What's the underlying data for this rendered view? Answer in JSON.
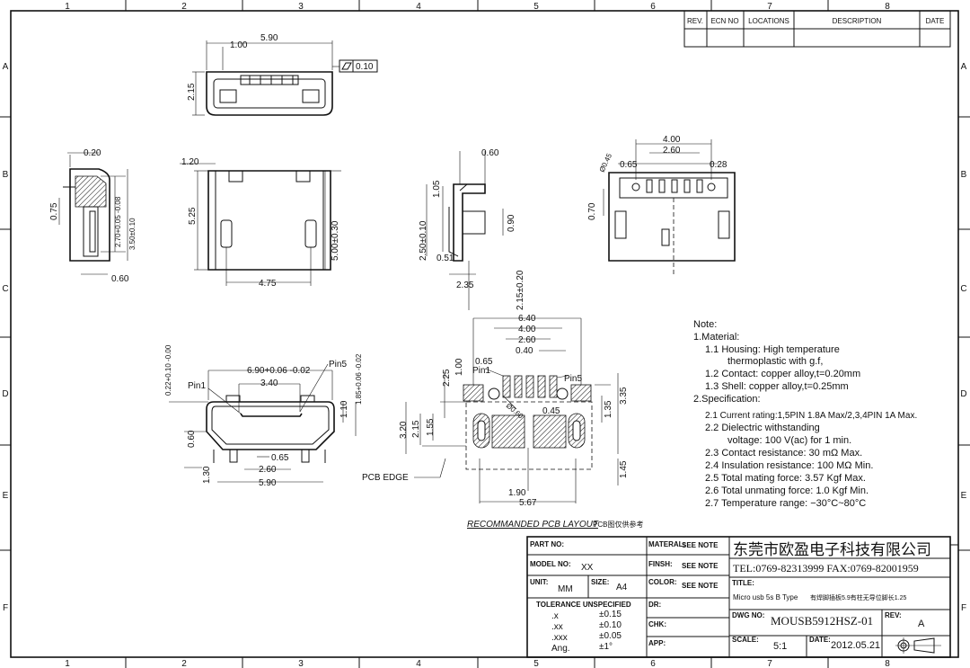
{
  "frame": {
    "columns": [
      "1",
      "2",
      "3",
      "4",
      "5",
      "6",
      "7",
      "8"
    ],
    "rows": [
      "A",
      "B",
      "C",
      "D",
      "E",
      "F"
    ]
  },
  "revision_table": {
    "headers": [
      "REV.",
      "ECN NO",
      "LOCATIONS",
      "DESCRIPTION",
      "DATE"
    ]
  },
  "views": {
    "top": {
      "dims": [
        "5.90",
        "1.00",
        "2.15",
        "0.10"
      ]
    },
    "side_left": {
      "dims": [
        "0.20",
        "0.75",
        "2.70+0.05 -0.08",
        "3.50±0.10",
        "0.60"
      ]
    },
    "plan": {
      "dims": [
        "1.20",
        "5.25",
        "5.00±0.30",
        "4.75"
      ]
    },
    "side_right": {
      "dims": [
        "0.60",
        "1.05",
        "2.50±0.10",
        "0.90",
        "0.51",
        "2.35",
        "2.15±0.20"
      ]
    },
    "rear": {
      "dims": [
        "4.00",
        "2.60",
        "0.65",
        "0.28",
        "Ø0.45",
        "0.70"
      ]
    },
    "front": {
      "dims": [
        "6.90+0.06 -0.02",
        "3.40",
        "0.22+0.10 -0.00",
        "1.10",
        "1.85+0.06 -0.02",
        "0.60",
        "0.65",
        "2.60",
        "1.30",
        "5.90"
      ],
      "pin1": "Pin1",
      "pin5": "Pin5"
    },
    "pcb": {
      "dims": [
        "6.40",
        "4.00",
        "2.60",
        "0.40",
        "0.65",
        "2.25",
        "1.00",
        "Ø0.60",
        "0.45",
        "1.35",
        "3.35",
        "3.20",
        "2.15",
        "1.55",
        "1.45",
        "1.90",
        "5.67"
      ],
      "pin1": "Pin1",
      "pin5": "Pin5",
      "pcb_edge": "PCB EDGE",
      "caption": "RECOMMANDED PCB LAYOUT",
      "caption_cn": "PCB图仅供参考"
    }
  },
  "notes": {
    "title": "Note:",
    "lines": [
      "1.Material:",
      "1.1 Housing: High temperature",
      "thermoplastic with g.f,",
      "1.2 Contact: copper alloy,t=0.20mm",
      "1.3 Shell: copper alloy,t=0.25mm",
      "2.Specification:",
      "2.1 Current rating:1,5PIN 1.8A Max/2,3,4PIN 1A Max.",
      "2.2 Dielectric withstanding",
      "voltage: 100 V(ac) for 1 min.",
      "2.3 Contact resistance: 30 mΩ Max.",
      "2.4 Insulation resistance: 100 MΩ Min.",
      "2.5 Total mating force: 3.57 Kgf Max.",
      "2.6 Total unmating force: 1.0 Kgf Min.",
      "2.7 Temperature range: −30°C~80°C"
    ]
  },
  "title_block": {
    "part_no_label": "PART NO:",
    "model_no_label": "MODEL NO:",
    "model_no": "XX",
    "unit_label": "UNIT:",
    "unit": "MM",
    "size_label": "SIZE:",
    "size": "A4",
    "tolerance_title": "TOLERANCE UNSPECIFIED",
    "tolerances": [
      {
        "k": ".x",
        "v": "±0.15"
      },
      {
        "k": ".xx",
        "v": "±0.10"
      },
      {
        "k": ".xxx",
        "v": "±0.05"
      },
      {
        "k": "Ang.",
        "v": "±1°"
      }
    ],
    "material_label": "MATERAL:",
    "material": "SEE NOTE",
    "finish_label": "FINSH:",
    "finish": "SEE NOTE",
    "color_label": "COLOR:",
    "color": "SEE NOTE",
    "dr_label": "DR:",
    "chk_label": "CHK:",
    "app_label": "APP:",
    "company": "东莞市欧盈电子科技有限公司",
    "contact": "TEL:0769-82313999 FAX:0769-82001959",
    "title_label": "TITLE:",
    "title": "Micro usb 5s B Type",
    "title_cn": "有焊脚插板5.9有柱无导位脚长1.25",
    "dwg_no_label": "DWG NO:",
    "dwg_no": "MOUSB5912HSZ-01",
    "rev_label": "REV:",
    "rev": "A",
    "scale_label": "SCALE:",
    "scale": "5:1",
    "date_label": "DATE:",
    "date": "2012.05.21"
  }
}
